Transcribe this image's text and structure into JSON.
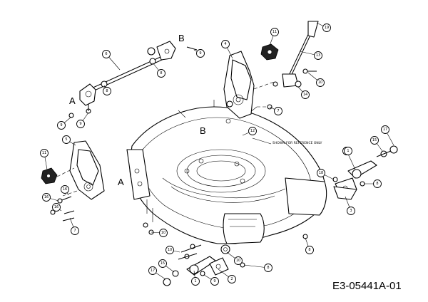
{
  "diagram": {
    "reference_note": "SHOWN FOR REFERENCE ONLY",
    "drawing_code": "E3-05441A-01",
    "view_markers": [
      "A",
      "A",
      "B",
      "B"
    ],
    "callouts": [
      "1",
      "1",
      "1",
      "2",
      "3",
      "4",
      "5",
      "6",
      "7",
      "7",
      "7",
      "8",
      "8",
      "8",
      "8",
      "8",
      "9",
      "9",
      "9",
      "9",
      "10",
      "10",
      "10",
      "10",
      "11",
      "11",
      "12",
      "13",
      "14",
      "15",
      "15",
      "16",
      "16",
      "16",
      "17",
      "17",
      "18",
      "19"
    ]
  }
}
